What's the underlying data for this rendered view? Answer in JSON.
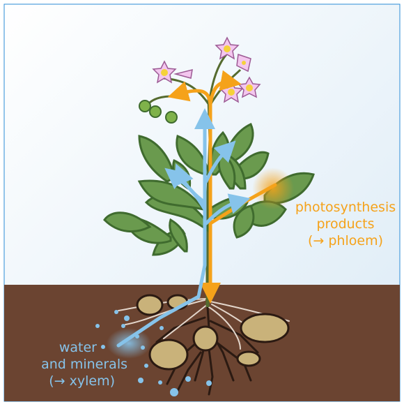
{
  "labels": {
    "phloem": {
      "line1": "photosynthesis",
      "line2": "products",
      "line3": "(→ phloem)"
    },
    "xylem": {
      "line1": "water",
      "line2": "and minerals",
      "line3": "(→ xylem)"
    }
  },
  "colors": {
    "sky_top": "#e6f1f9",
    "sky_bottom": "#ffffff",
    "soil": "#6b4431",
    "border": "#2a8bd6",
    "phloem": "#f5a21a",
    "xylem": "#86c3ea",
    "leaf": "#6a9a4e",
    "leaf_dark": "#3f6b2e",
    "stem": "#556b2f",
    "tuber": "#c9b27a",
    "root": "#2b1a12",
    "root_hair": "#f0e6dc",
    "petal": "#f3c6ee",
    "flower_center": "#f5d23a",
    "berry": "#7fb24a"
  }
}
